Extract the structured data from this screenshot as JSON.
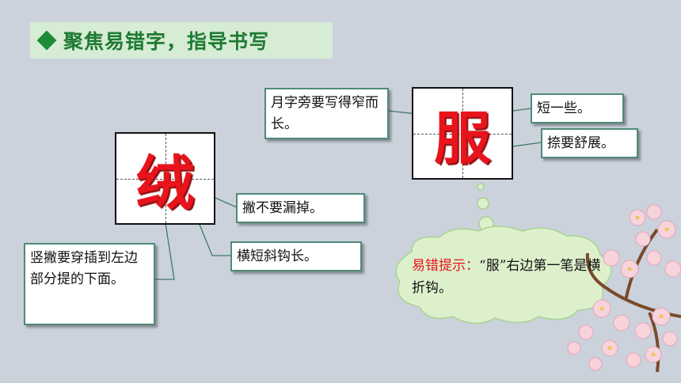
{
  "title": "聚焦易错字，指导书写",
  "characters": {
    "rong": "绒",
    "fu": "服"
  },
  "notes": {
    "yue_side": "月字旁要写得窄而长。",
    "short": "短一些。",
    "na": "捺要舒展。",
    "pie_missing": "撇不要漏掉。",
    "heng_hook": "横短斜钩长。",
    "shu_pie": "竖撇要穿插到左边部分提的下面。"
  },
  "hint": {
    "label": "易错提示：",
    "text": "“服”右边第一笔是横折钩。"
  },
  "colors": {
    "background": "#cbd2dc",
    "title_green": "#1f7a33",
    "char_red": "#e8141c"
  }
}
